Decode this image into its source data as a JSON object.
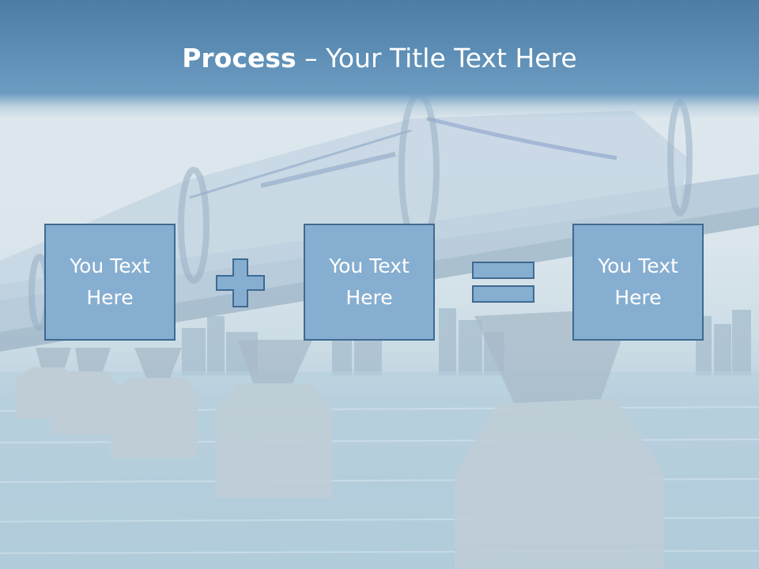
{
  "title": {
    "bold": "Process",
    "rest": " – Your Title Text Here"
  },
  "boxes": [
    {
      "text": "You Text Here"
    },
    {
      "text": "You Text Here"
    },
    {
      "text": "You Text Here"
    }
  ],
  "operators": [
    "plus-icon",
    "equals-icon"
  ],
  "colors": {
    "title_bar": "#5b8cb4",
    "box_fill": "#86aed0",
    "box_border": "#3f6a90",
    "text": "#ffffff"
  }
}
